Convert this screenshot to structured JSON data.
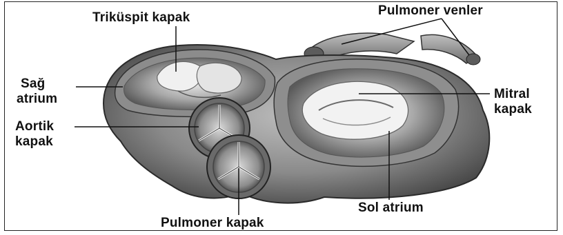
{
  "labels": {
    "trikuspit": "Triküspit kapak",
    "pulmoner_venler": "Pulmoner venler",
    "sag_atrium_1": "Sağ",
    "sag_atrium_2": "atrium",
    "mitral_1": "Mitral",
    "mitral_2": "kapak",
    "aortik_1": "Aortik",
    "aortik_2": "kapak",
    "sol_atrium": "Sol atrium",
    "pulmoner_kapak": "Pulmoner kapak"
  }
}
